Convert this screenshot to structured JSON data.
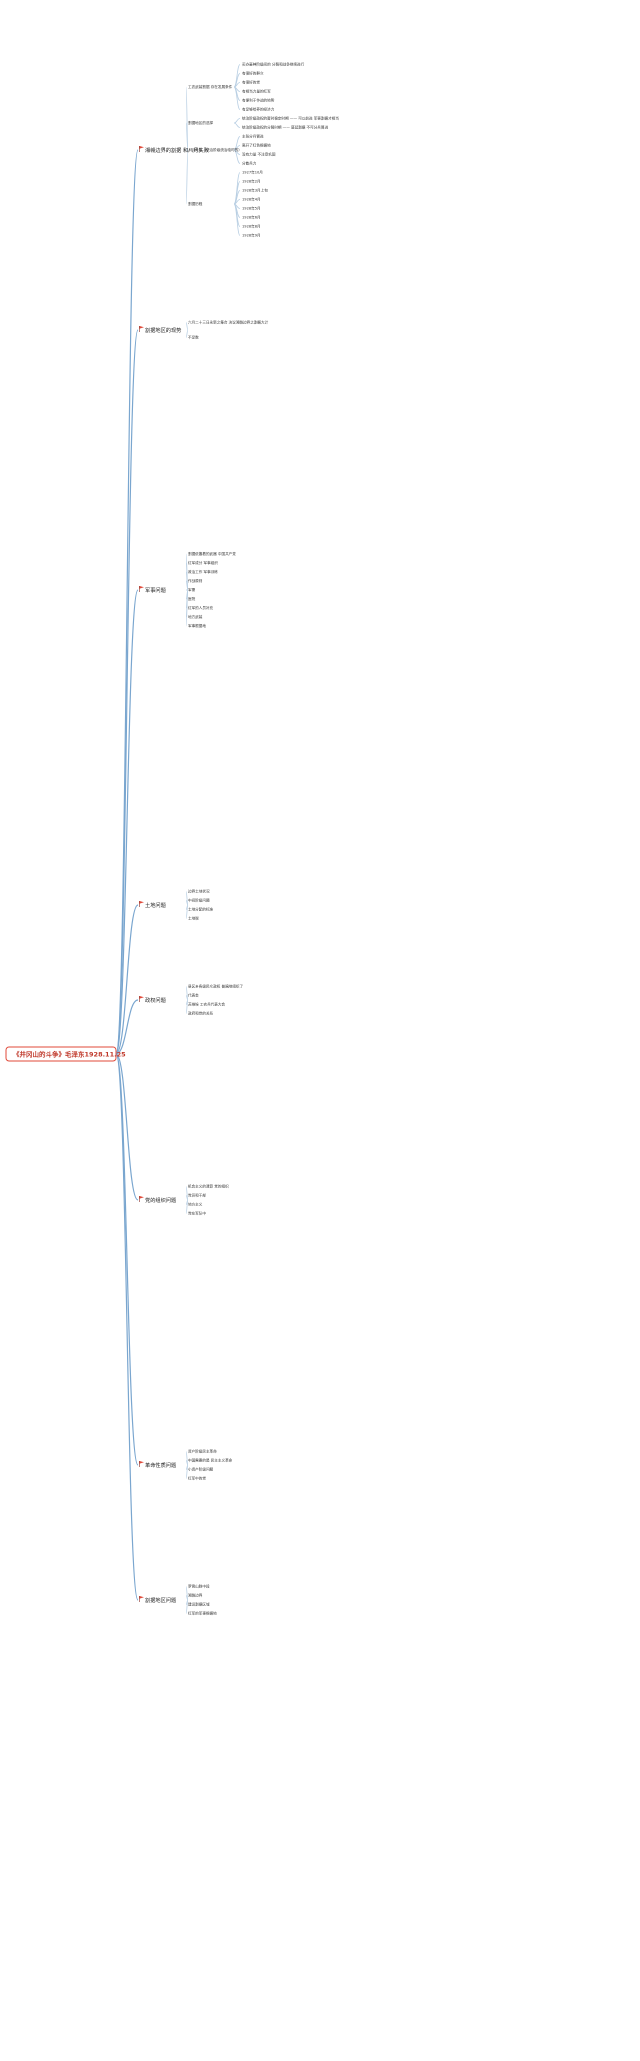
{
  "root": {
    "label": "《井冈山的斗争》毛泽东1928.11.25",
    "icon": "red-flag-icon"
  },
  "branches": [
    {
      "label": "湘赣边界的割据 和八月失败",
      "icon": "red-flag-icon",
      "children": [
        {
          "label": "工农武装割据 存在发展条件",
          "children": [
            {
              "label": "买办豪绅阶级间的 分裂和战争继续进行"
            },
            {
              "label": "有很好的群众"
            },
            {
              "label": "有很好的党"
            },
            {
              "label": "有相当力量的红军"
            },
            {
              "label": "有便利于作战的地势"
            },
            {
              "label": "有足够给养的经济力"
            }
          ]
        },
        {
          "label": "割据地区的选择",
          "children": [
            {
              "label": "统治阶级政权的暂时稳定时期 —— 可以前进 军事割据才相当"
            },
            {
              "label": "统治阶级政权的分裂时期 —— 蔓延割据 不可分兵冒进"
            }
          ]
        },
        {
          "label": "八月失败（统治阶级统治临时的）",
          "children": [
            {
              "label": "主张分兵冒进"
            },
            {
              "label": "离开了红色根据地"
            },
            {
              "label": "没有力量 不注意巩固"
            },
            {
              "label": "分散兵力"
            }
          ]
        },
        {
          "label": "割据历程",
          "children": [
            {
              "label": "1927年10月"
            },
            {
              "label": "1928年2月"
            },
            {
              "label": "1928年3月上旬"
            },
            {
              "label": "1928年4月"
            },
            {
              "label": "1928年5月"
            },
            {
              "label": "1928年6月"
            },
            {
              "label": "1928年8月"
            },
            {
              "label": "1928年9月"
            }
          ]
        }
      ]
    },
    {
      "label": "割据地区的现势",
      "icon": "red-flag-icon",
      "children": [
        {
          "label": "六月二十三日永新之集合 决议湘赣边界之割据大计"
        },
        {
          "label": "不足数"
        }
      ]
    },
    {
      "label": "军事问题",
      "icon": "red-flag-icon",
      "children": [
        {
          "label": "割据依靠着的武器 中国共产党"
        },
        {
          "label": "红军成分 军事组织"
        },
        {
          "label": "政治工作 军事训练"
        },
        {
          "label": "作战原则"
        },
        {
          "label": "军需"
        },
        {
          "label": "医院"
        },
        {
          "label": "红军的人员补充"
        },
        {
          "label": "地方武装"
        },
        {
          "label": "军事根据地"
        }
      ]
    },
    {
      "label": "土地问题",
      "icon": "red-flag-icon",
      "children": [
        {
          "label": "边界土地状况"
        },
        {
          "label": "中间阶级问题"
        },
        {
          "label": "土地分配的标准"
        },
        {
          "label": "土地税"
        }
      ]
    },
    {
      "label": "政权问题",
      "icon": "red-flag-icon",
      "children": [
        {
          "label": "县区乡各级民众政权 普遍地组织了"
        },
        {
          "label": "代表会"
        },
        {
          "label": "苏维埃 工农兵代表大会"
        },
        {
          "label": "政府和党的关系"
        }
      ]
    },
    {
      "label": "党的组织问题",
      "icon": "red-flag-icon",
      "children": [
        {
          "label": "机会主义的清算 党的组织"
        },
        {
          "label": "党员和干部"
        },
        {
          "label": "地方主义"
        },
        {
          "label": "党在军队中"
        }
      ]
    },
    {
      "label": "革命性质问题",
      "icon": "red-flag-icon",
      "children": [
        {
          "label": "资产阶级民主革命"
        },
        {
          "label": "中国需要的是 民主主义革命"
        },
        {
          "label": "小资产阶级问题"
        },
        {
          "label": "红军中的党"
        }
      ]
    },
    {
      "label": "割据地区问题",
      "icon": "red-flag-icon",
      "children": [
        {
          "label": "罗霄山脉中段"
        },
        {
          "label": "湘赣边界"
        },
        {
          "label": "建设割据区域"
        },
        {
          "label": "红军的军事根据地"
        }
      ]
    }
  ]
}
